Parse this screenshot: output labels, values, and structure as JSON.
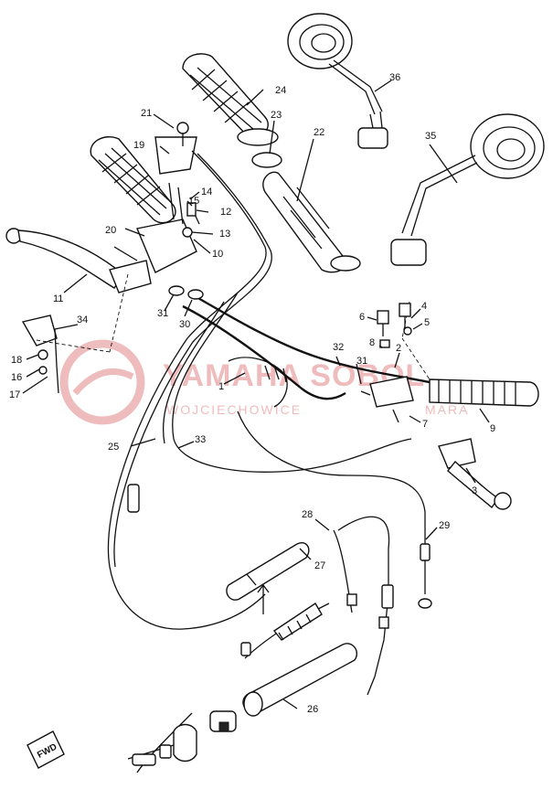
{
  "watermark": {
    "brand": "YAMAHA SOBOL",
    "sub_left": "WOJCIECHOWICE",
    "sub_right": "MARA",
    "color": "#e7a1a1"
  },
  "fwd_label": "FWD",
  "callouts": [
    {
      "id": "c1",
      "text": "1"
    },
    {
      "id": "c2",
      "text": "2"
    },
    {
      "id": "c3",
      "text": "3"
    },
    {
      "id": "c4",
      "text": "4"
    },
    {
      "id": "c5",
      "text": "5"
    },
    {
      "id": "c6",
      "text": "6"
    },
    {
      "id": "c7",
      "text": "7"
    },
    {
      "id": "c8",
      "text": "8"
    },
    {
      "id": "c9",
      "text": "9"
    },
    {
      "id": "c10",
      "text": "10"
    },
    {
      "id": "c11",
      "text": "11"
    },
    {
      "id": "c12",
      "text": "12"
    },
    {
      "id": "c13",
      "text": "13"
    },
    {
      "id": "c14",
      "text": "14"
    },
    {
      "id": "c15",
      "text": "15"
    },
    {
      "id": "c16",
      "text": "16"
    },
    {
      "id": "c17",
      "text": "17"
    },
    {
      "id": "c18",
      "text": "18"
    },
    {
      "id": "c19",
      "text": "19"
    },
    {
      "id": "c20",
      "text": "20"
    },
    {
      "id": "c21",
      "text": "21"
    },
    {
      "id": "c22",
      "text": "22"
    },
    {
      "id": "c23",
      "text": "23"
    },
    {
      "id": "c24",
      "text": "24"
    },
    {
      "id": "c25",
      "text": "25"
    },
    {
      "id": "c26",
      "text": "26"
    },
    {
      "id": "c27",
      "text": "27"
    },
    {
      "id": "c28",
      "text": "28"
    },
    {
      "id": "c29",
      "text": "29"
    },
    {
      "id": "c30",
      "text": "30"
    },
    {
      "id": "c31a",
      "text": "31"
    },
    {
      "id": "c31b",
      "text": "31"
    },
    {
      "id": "c32",
      "text": "32"
    },
    {
      "id": "c33",
      "text": "33"
    },
    {
      "id": "c34",
      "text": "34"
    },
    {
      "id": "c35",
      "text": "35"
    },
    {
      "id": "c36",
      "text": "36"
    }
  ]
}
